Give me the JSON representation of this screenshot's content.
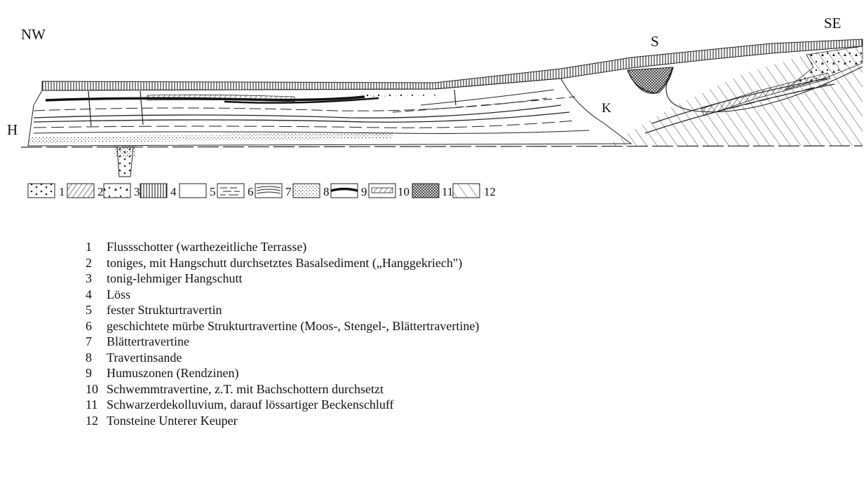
{
  "labels": {
    "nw": "NW",
    "se": "SE",
    "h": "H",
    "s": "S",
    "k": "K"
  },
  "key_numbers": [
    "1",
    "2",
    "3",
    "4",
    "5",
    "6",
    "7",
    "8",
    "9",
    "10",
    "11",
    "12"
  ],
  "legend": [
    {
      "num": "1",
      "text": "Flussschotter (warthezeitliche Terrasse)"
    },
    {
      "num": "2",
      "text": "toniges, mit Hangschutt durchsetztes Basalsediment („Hanggekriech\")"
    },
    {
      "num": "3",
      "text": "tonig-lehmiger Hangschutt"
    },
    {
      "num": "4",
      "text": "Löss"
    },
    {
      "num": "5",
      "text": "fester  Strukturtravertin"
    },
    {
      "num": "6",
      "text": "geschichtete mürbe Strukturtravertine (Moos-, Stengel-, Blättertravertine)"
    },
    {
      "num": "7",
      "text": "Blättertravertine"
    },
    {
      "num": "8",
      "text": "Travertinsande"
    },
    {
      "num": "9",
      "text": "Humuszonen (Rendzinen)"
    },
    {
      "num": "10",
      "text": "Schwemmtravertine, z.T. mit Bachschottern durchsetzt"
    },
    {
      "num": "11",
      "text": "Schwarzerdekolluvium, darauf lössartiger Beckenschluff"
    },
    {
      "num": "12",
      "text": "Tonsteine Unterer Keuper"
    }
  ]
}
